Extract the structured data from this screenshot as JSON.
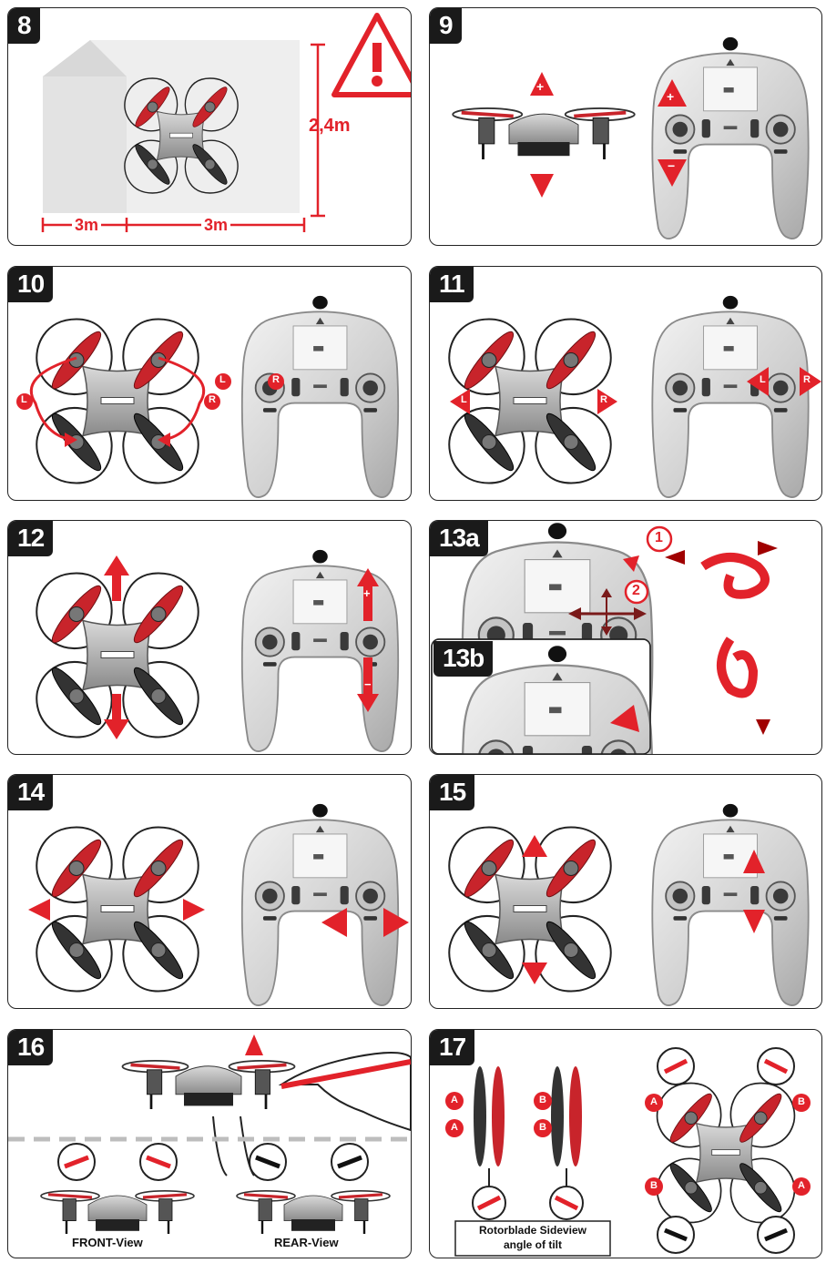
{
  "panels": {
    "p8": {
      "num": "8",
      "height_label": "2,4m",
      "width_left": "3m",
      "width_right": "3m"
    },
    "p9": {
      "num": "9",
      "plus": "+",
      "minus": "−"
    },
    "p10": {
      "num": "10",
      "left": "L",
      "right": "R"
    },
    "p11": {
      "num": "11",
      "left": "L",
      "right": "R"
    },
    "p12": {
      "num": "12",
      "plus": "+",
      "minus": "−"
    },
    "p13a": {
      "num": "13a",
      "step1": "1",
      "step2": "2"
    },
    "p13b": {
      "num": "13b"
    },
    "p14": {
      "num": "14"
    },
    "p15": {
      "num": "15"
    },
    "p16": {
      "num": "16",
      "front": "FRONT-View",
      "rear": "REAR-View"
    },
    "p17": {
      "num": "17",
      "a": "A",
      "b": "B",
      "caption_line1": "Rotorblade Sideview",
      "caption_line2": "angle of tilt"
    }
  },
  "colors": {
    "accent": "#e2222a",
    "dark": "#1a1a1a",
    "gray": "#bdbdbd"
  },
  "icons": [
    "warning-icon",
    "drone-icon",
    "controller-icon",
    "arrow-icon",
    "hand-icon"
  ]
}
